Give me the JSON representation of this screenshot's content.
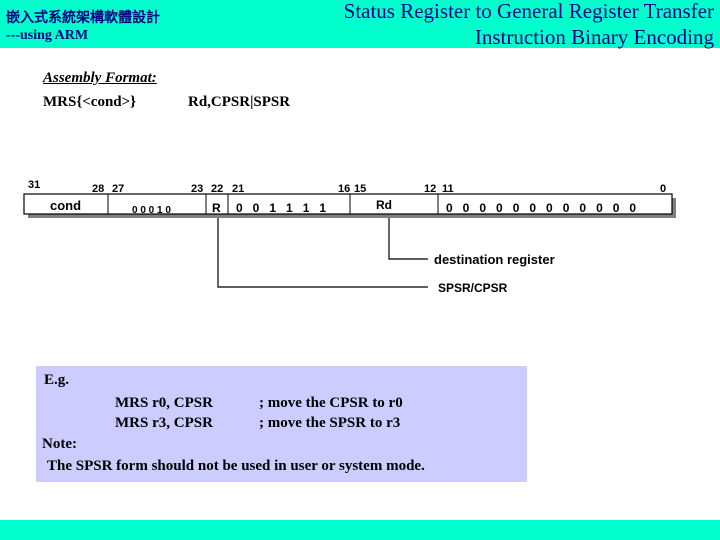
{
  "header": {
    "course": "嵌入式系統架構軟體設計",
    "subtitle": "---using ARM",
    "title_line1": "Status Register to General Register Transfer",
    "title_line2": "Instruction Binary Encoding",
    "band_color": "#00ffcc",
    "text_color": "#000080"
  },
  "assembly": {
    "label": "Assembly Format:",
    "syntax": "MRS{<cond>}",
    "operands": "Rd,CPSR|SPSR"
  },
  "encoding": {
    "bit_positions": {
      "b31": "31",
      "b28": "28",
      "b27": "27",
      "b23": "23",
      "b22": "22",
      "b21": "21",
      "b16": "16",
      "b15": "15",
      "b12": "12",
      "b11": "11",
      "b0": "0"
    },
    "fields": {
      "cond": "cond",
      "opcode": "0 0 0 1 0",
      "r": "R",
      "mask": "0   0   1   1   1   1",
      "rd": "Rd",
      "zeros": "0   0   0   0   0   0   0   0   0   0   0   0"
    },
    "callouts": {
      "destination": "destination register",
      "psr": "SPSR/CPSR"
    }
  },
  "example": {
    "label": "E.g.",
    "line1_code": "MRS r0, CPSR",
    "line1_comment": "; move the CPSR to r0",
    "line2_code": "MRS r3, CPSR",
    "line2_comment": "; move the SPSR to r3",
    "note_label": "Note:",
    "note_text": "The SPSR form should not be used in user or system mode.",
    "box_color": "#ccccff"
  }
}
